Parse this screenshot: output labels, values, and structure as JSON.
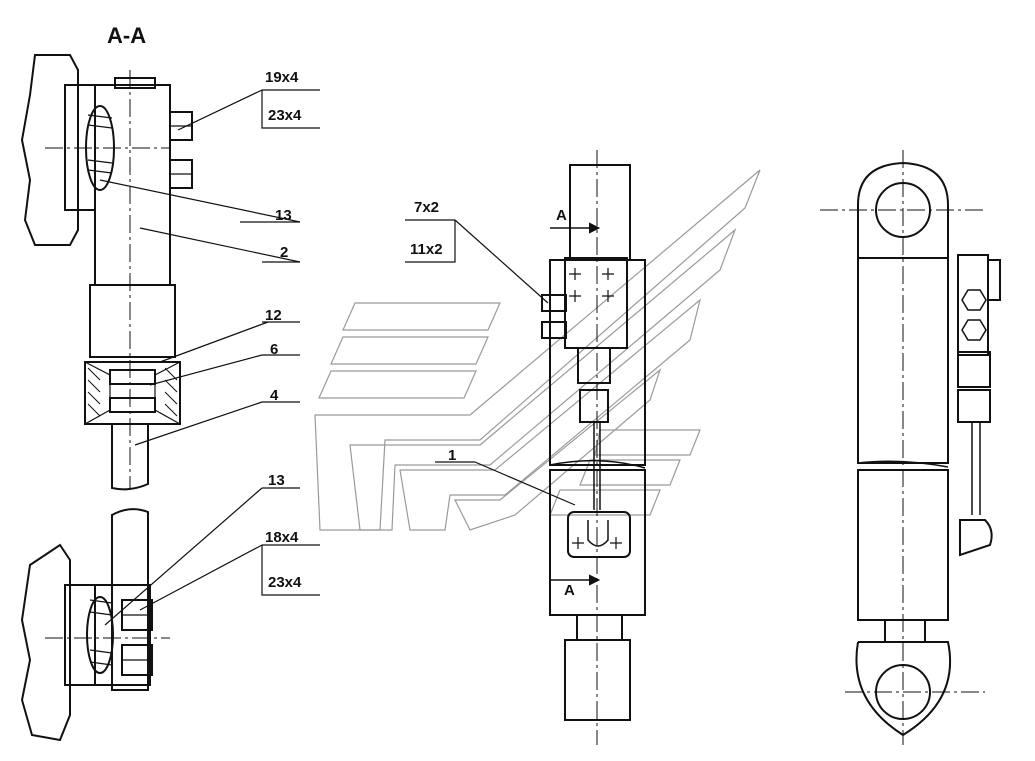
{
  "section_title": "A-A",
  "callouts": {
    "c_19x4": "19x4",
    "c_23x4_top": "23x4",
    "c_13_top": "13",
    "c_2": "2",
    "c_12": "12",
    "c_6": "6",
    "c_4": "4",
    "c_13_bottom": "13",
    "c_18x4": "18x4",
    "c_23x4_bottom": "23x4",
    "c_7x2": "7x2",
    "c_11x2": "11x2",
    "c_1": "1",
    "section_mark_top": "A",
    "section_mark_bottom": "A"
  },
  "colors": {
    "ink": "#111111",
    "watermark": "#9a9a9a",
    "background": "#ffffff"
  }
}
